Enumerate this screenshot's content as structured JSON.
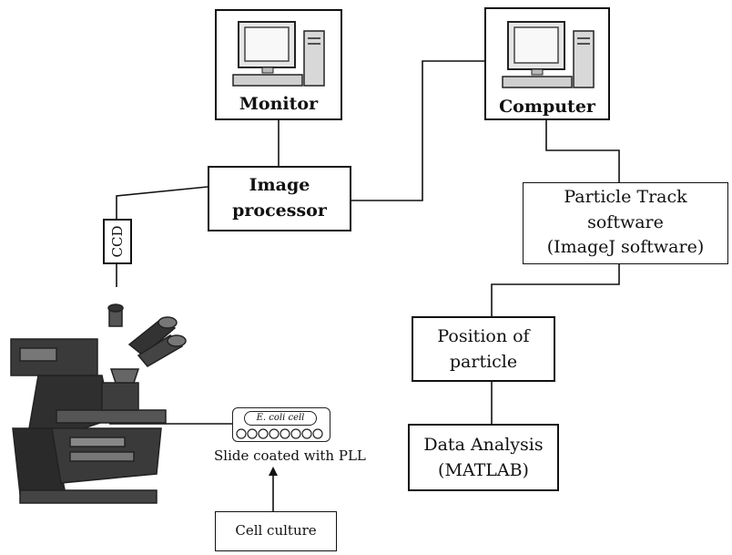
{
  "nodes": {
    "monitor": "Monitor",
    "computer": "Computer",
    "image_processor_line1": "Image",
    "image_processor_line2": "processor",
    "ccd": "CCD",
    "particle_track_line1": "Particle Track",
    "particle_track_line2": "software",
    "particle_track_line3": "(ImageJ software)",
    "position_line1": "Position of",
    "position_line2": "particle",
    "data_analysis_line1": "Data Analysis",
    "data_analysis_line2": "(MATLAB)",
    "ecoli_cell": "E. coli cell",
    "slide_caption": "Slide coated with PLL",
    "cell_culture": "Cell culture"
  }
}
